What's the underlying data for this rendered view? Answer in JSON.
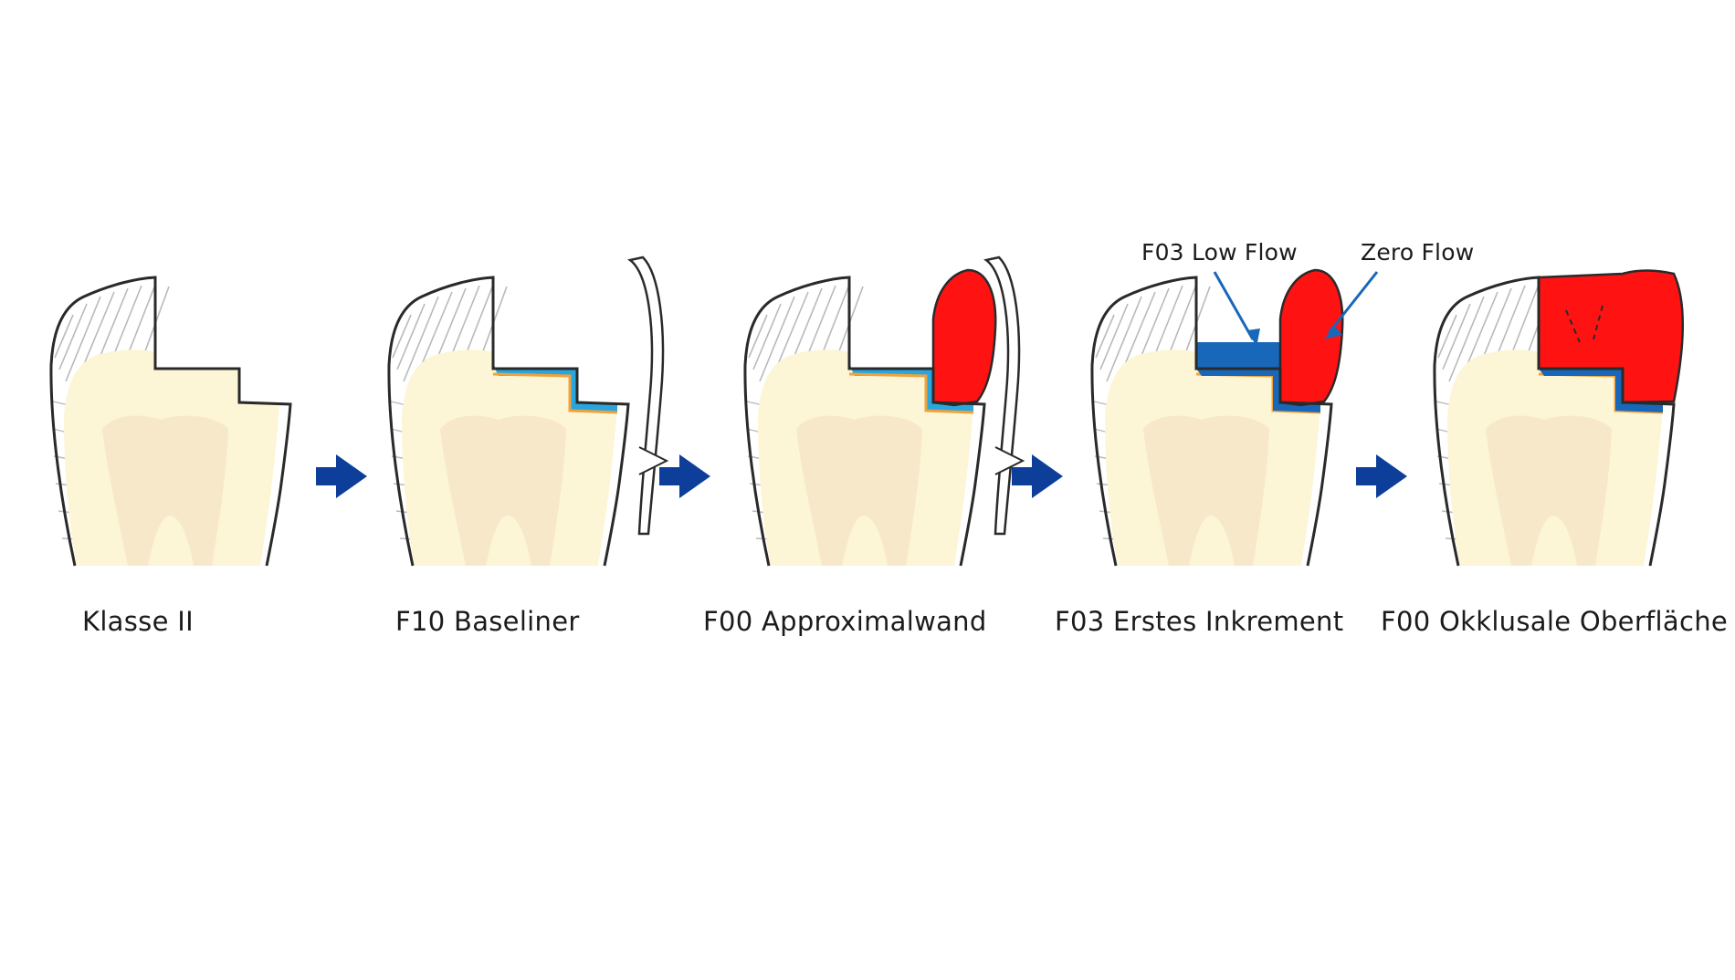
{
  "steps": [
    {
      "label": "Klasse II"
    },
    {
      "label": "F10 Baseliner"
    },
    {
      "label": "F00 Approximalwand"
    },
    {
      "label": "F03 Erstes Inkrement"
    },
    {
      "label": "F00 Okklusale Oberfläche"
    }
  ],
  "callouts": {
    "low_flow": "F03 Low Flow",
    "zero_flow": "Zero Flow"
  },
  "colors": {
    "dentin": "#fcf5d6",
    "pulp": "#f6e3c6",
    "outline": "#2a2a2a",
    "enamel_lines": "#b9b9b9",
    "liner_orange": "#f2a23a",
    "baseliner_light_blue": "#2aa6df",
    "low_flow_blue": "#1967b8",
    "zero_flow_red": "#ff1212",
    "arrow_blue": "#0d3f9a"
  },
  "icons": [
    "arrow-right-icon"
  ]
}
